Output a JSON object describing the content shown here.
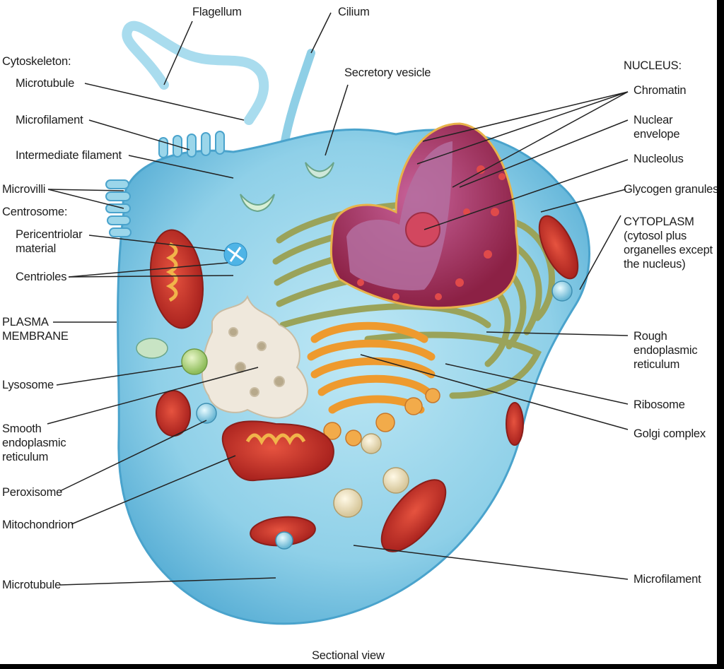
{
  "labels": {
    "flagellum": "Flagellum",
    "cilium": "Cilium",
    "cytoskeleton": "Cytoskeleton:",
    "microtubule_top": "Microtubule",
    "secretory_vesicle": "Secretory vesicle",
    "nucleus": "NUCLEUS:",
    "chromatin": "Chromatin",
    "microfilament_top": "Microfilament",
    "nuclear_envelope_1": "Nuclear",
    "nuclear_envelope_2": "envelope",
    "intermediate_filament": "Intermediate filament",
    "nucleolus": "Nucleolus",
    "microvilli": "Microvilli",
    "glycogen_granules": "Glycogen granules",
    "centrosome": "Centrosome:",
    "cytoplasm_1": "CYTOPLASM",
    "cytoplasm_2": "(cytosol plus",
    "cytoplasm_3": "organelles except",
    "cytoplasm_4": "the nucleus)",
    "pericentriolar_1": "Pericentriolar",
    "pericentriolar_2": "material",
    "centrioles": "Centrioles",
    "plasma_membrane_1": "PLASMA",
    "plasma_membrane_2": "MEMBRANE",
    "rough_er_1": "Rough",
    "rough_er_2": "endoplasmic",
    "rough_er_3": "reticulum",
    "lysosome": "Lysosome",
    "ribosome": "Ribosome",
    "smooth_er_1": "Smooth",
    "smooth_er_2": "endoplasmic",
    "smooth_er_3": "reticulum",
    "golgi_complex": "Golgi complex",
    "peroxisome": "Peroxisome",
    "mitochondrion": "Mitochondrion",
    "microtubule_bottom": "Microtubule",
    "microfilament_bottom": "Microfilament",
    "caption": "Sectional view"
  },
  "colors": {
    "cytoplasm": "#8fd0e8",
    "membrane": "#5fb4d8",
    "nucleus": "#a8395c",
    "chromatin": "#b06a9a",
    "rough_er": "#a9b36a",
    "smooth_er": "#eee7dc",
    "golgi": "#f0a23a",
    "mitochondrion": "#c9302c",
    "leader_line": "#222222"
  }
}
